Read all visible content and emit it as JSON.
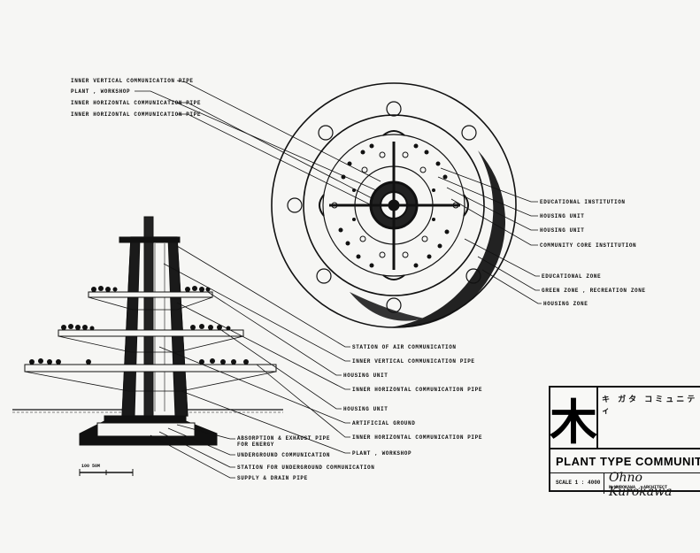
{
  "labels_plan_left": [
    "INNER VERTICAL COMMUNICATION PIPE",
    "PLANT , WORKSHOP",
    "INNER HORIZONTAL COMMUNICATION PIPE",
    "INNER HORIZONTAL COMMUNICATION PIPE"
  ],
  "labels_plan_right": [
    "EDUCATIONAL INSTITUTION",
    "HOUSING UNIT",
    "HOUSING UNIT",
    "COMMUNITY CORE INSTITUTION",
    "EDUCATIONAL ZONE",
    "GREEN ZONE , RECREATION ZONE",
    "HOUSING ZONE"
  ],
  "labels_section": [
    "STATION OF AIR COMMUNICATION",
    "INNER VERTICAL COMMUNICATION PIPE",
    "HOUSING UNIT",
    "INNER HORIZONTAL COMMUNICATION PIPE",
    "HOUSING UNIT",
    "ARTIFICIAL GROUND",
    "INNER HORIZONTAL COMMUNICATION PIPE",
    "PLANT , WORKSHOP"
  ],
  "labels_base": [
    "ABSORPTION & EXHAUST PIPE FOR ENERGY",
    "UNDERGROUND COMMUNICATION",
    "STATION FOR UNDERGROUND COMMUNICATION",
    "SUPPLY & DRAIN PIPE"
  ],
  "scale_bar_label": "100  50M",
  "title_block": {
    "kanji": "木",
    "kana": "キ ガタ コミュニティ",
    "title": "PLANT TYPE COMMUNITY",
    "scale": "SCALE  1 : 4000",
    "signature": "Ohno Kurokawa",
    "architect": "N.KUROKAWA , ARCHITECT"
  }
}
